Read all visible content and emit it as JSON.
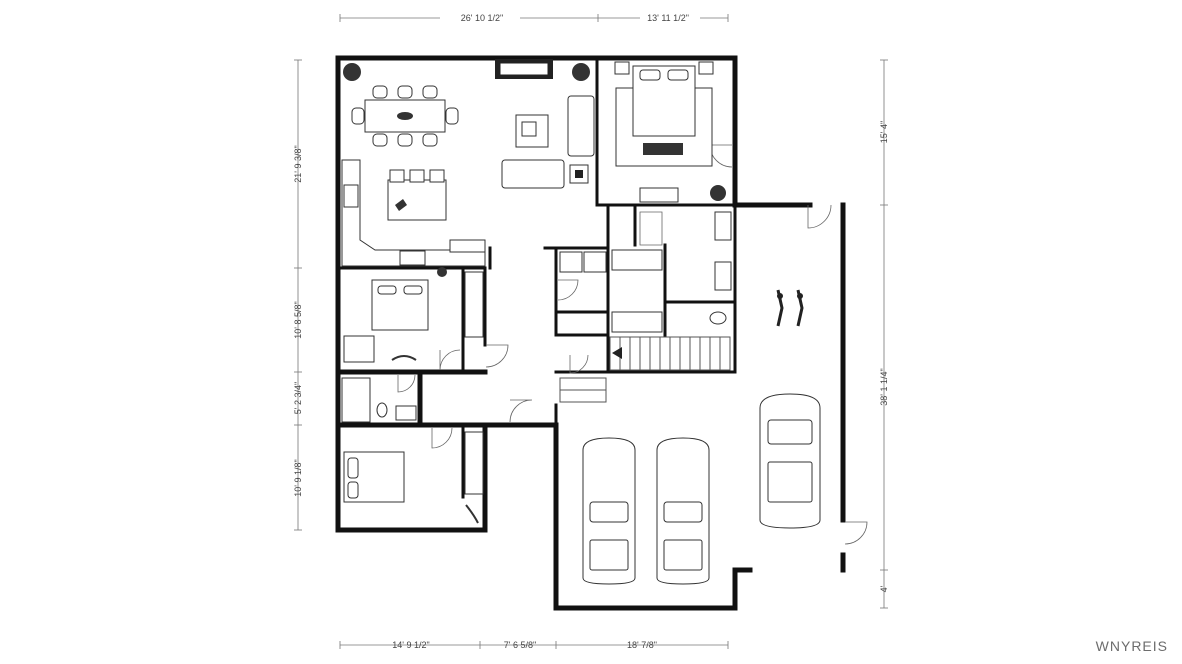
{
  "dimensions": {
    "top_left": "26' 10 1/2\"",
    "top_right": "13' 11 1/2\"",
    "left_1": "21' 9 3/8\"",
    "left_2": "10' 8 5/8\"",
    "left_3": "5' 2 3/4\"",
    "left_4": "10' 9 1/8\"",
    "right_1": "15' 4\"",
    "right_2": "38' 1 1/4\"",
    "right_3": "4'",
    "bottom_1": "14' 9 1/2\"",
    "bottom_2": "7' 6 5/8\"",
    "bottom_3": "18' 7/8\""
  },
  "watermark": "WNYREIS",
  "colors": {
    "wall": "#111111",
    "furniture": "#333333",
    "background": "#ffffff"
  }
}
